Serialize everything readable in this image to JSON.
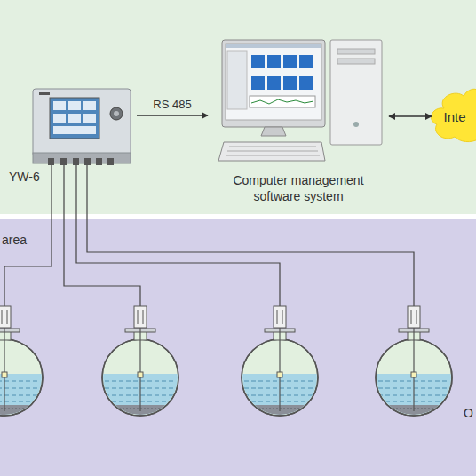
{
  "diagram": {
    "nodes": [
      {
        "text": [
          "YW-6"
        ]
      },
      {
        "text": [
          "Computer management software system"
        ]
      },
      {
        "text": [
          "Inte"
        ]
      }
    ],
    "edges": [
      {
        "from": 0,
        "to": 1,
        "label": "RS 485",
        "arrow": "to"
      },
      {
        "from": 1,
        "to": 2,
        "arrow": "both"
      }
    ],
    "labels": [
      "area",
      "O"
    ]
  }
}
